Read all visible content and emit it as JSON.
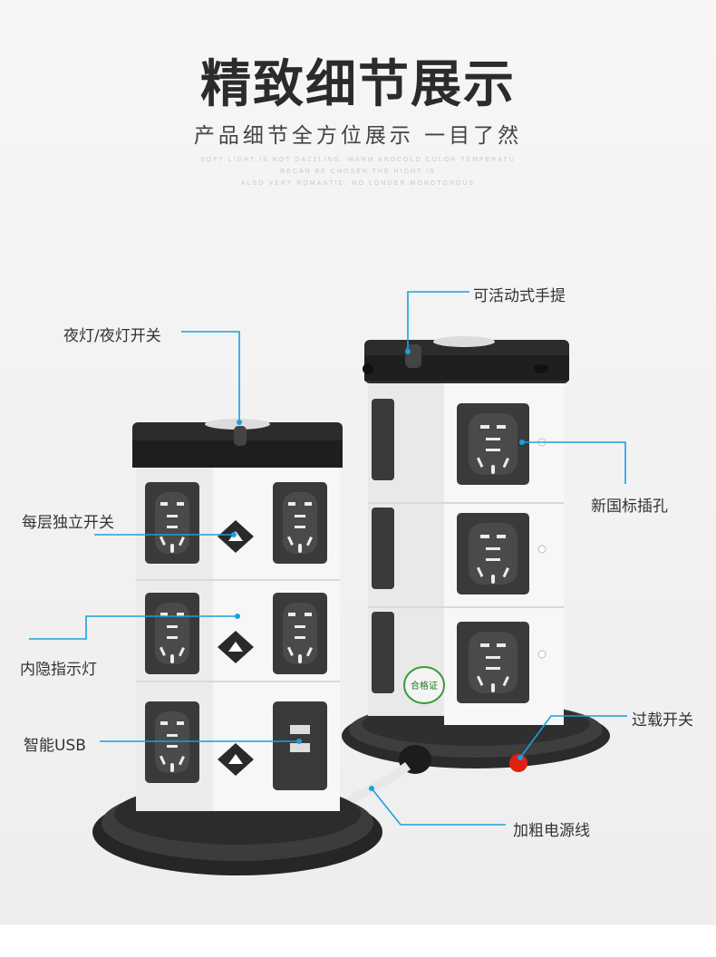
{
  "header": {
    "title": "精致细节展示",
    "subtitle": "产品细节全方位展示 一目了然",
    "deco_lines": [
      "SOFT LIGHT IS NOT DAZZLING, WARM ANDCOLD COLOR TEMPERATU",
      "RECAN BE CHOSEN  THE NIGHT IS",
      "ALSO VERY ROMANTIC, NO LONGER MONOTONOUS"
    ]
  },
  "callouts": {
    "night_light": "夜灯/夜灯开关",
    "layer_switch": "每层独立开关",
    "indicator": "内隐指示灯",
    "usb": "智能USB",
    "handle": "可活动式手提",
    "national_socket": "新国标插孔",
    "overload": "过载开关",
    "power_cord": "加粗电源线"
  },
  "certificate": {
    "text": "合格证"
  },
  "colors": {
    "accent_line": "#1aa0e0",
    "body_white": "#f7f7f7",
    "socket_dark": "#3a3a3a",
    "top_dark": "#2c2c2c",
    "overload_red": "#e02010"
  }
}
